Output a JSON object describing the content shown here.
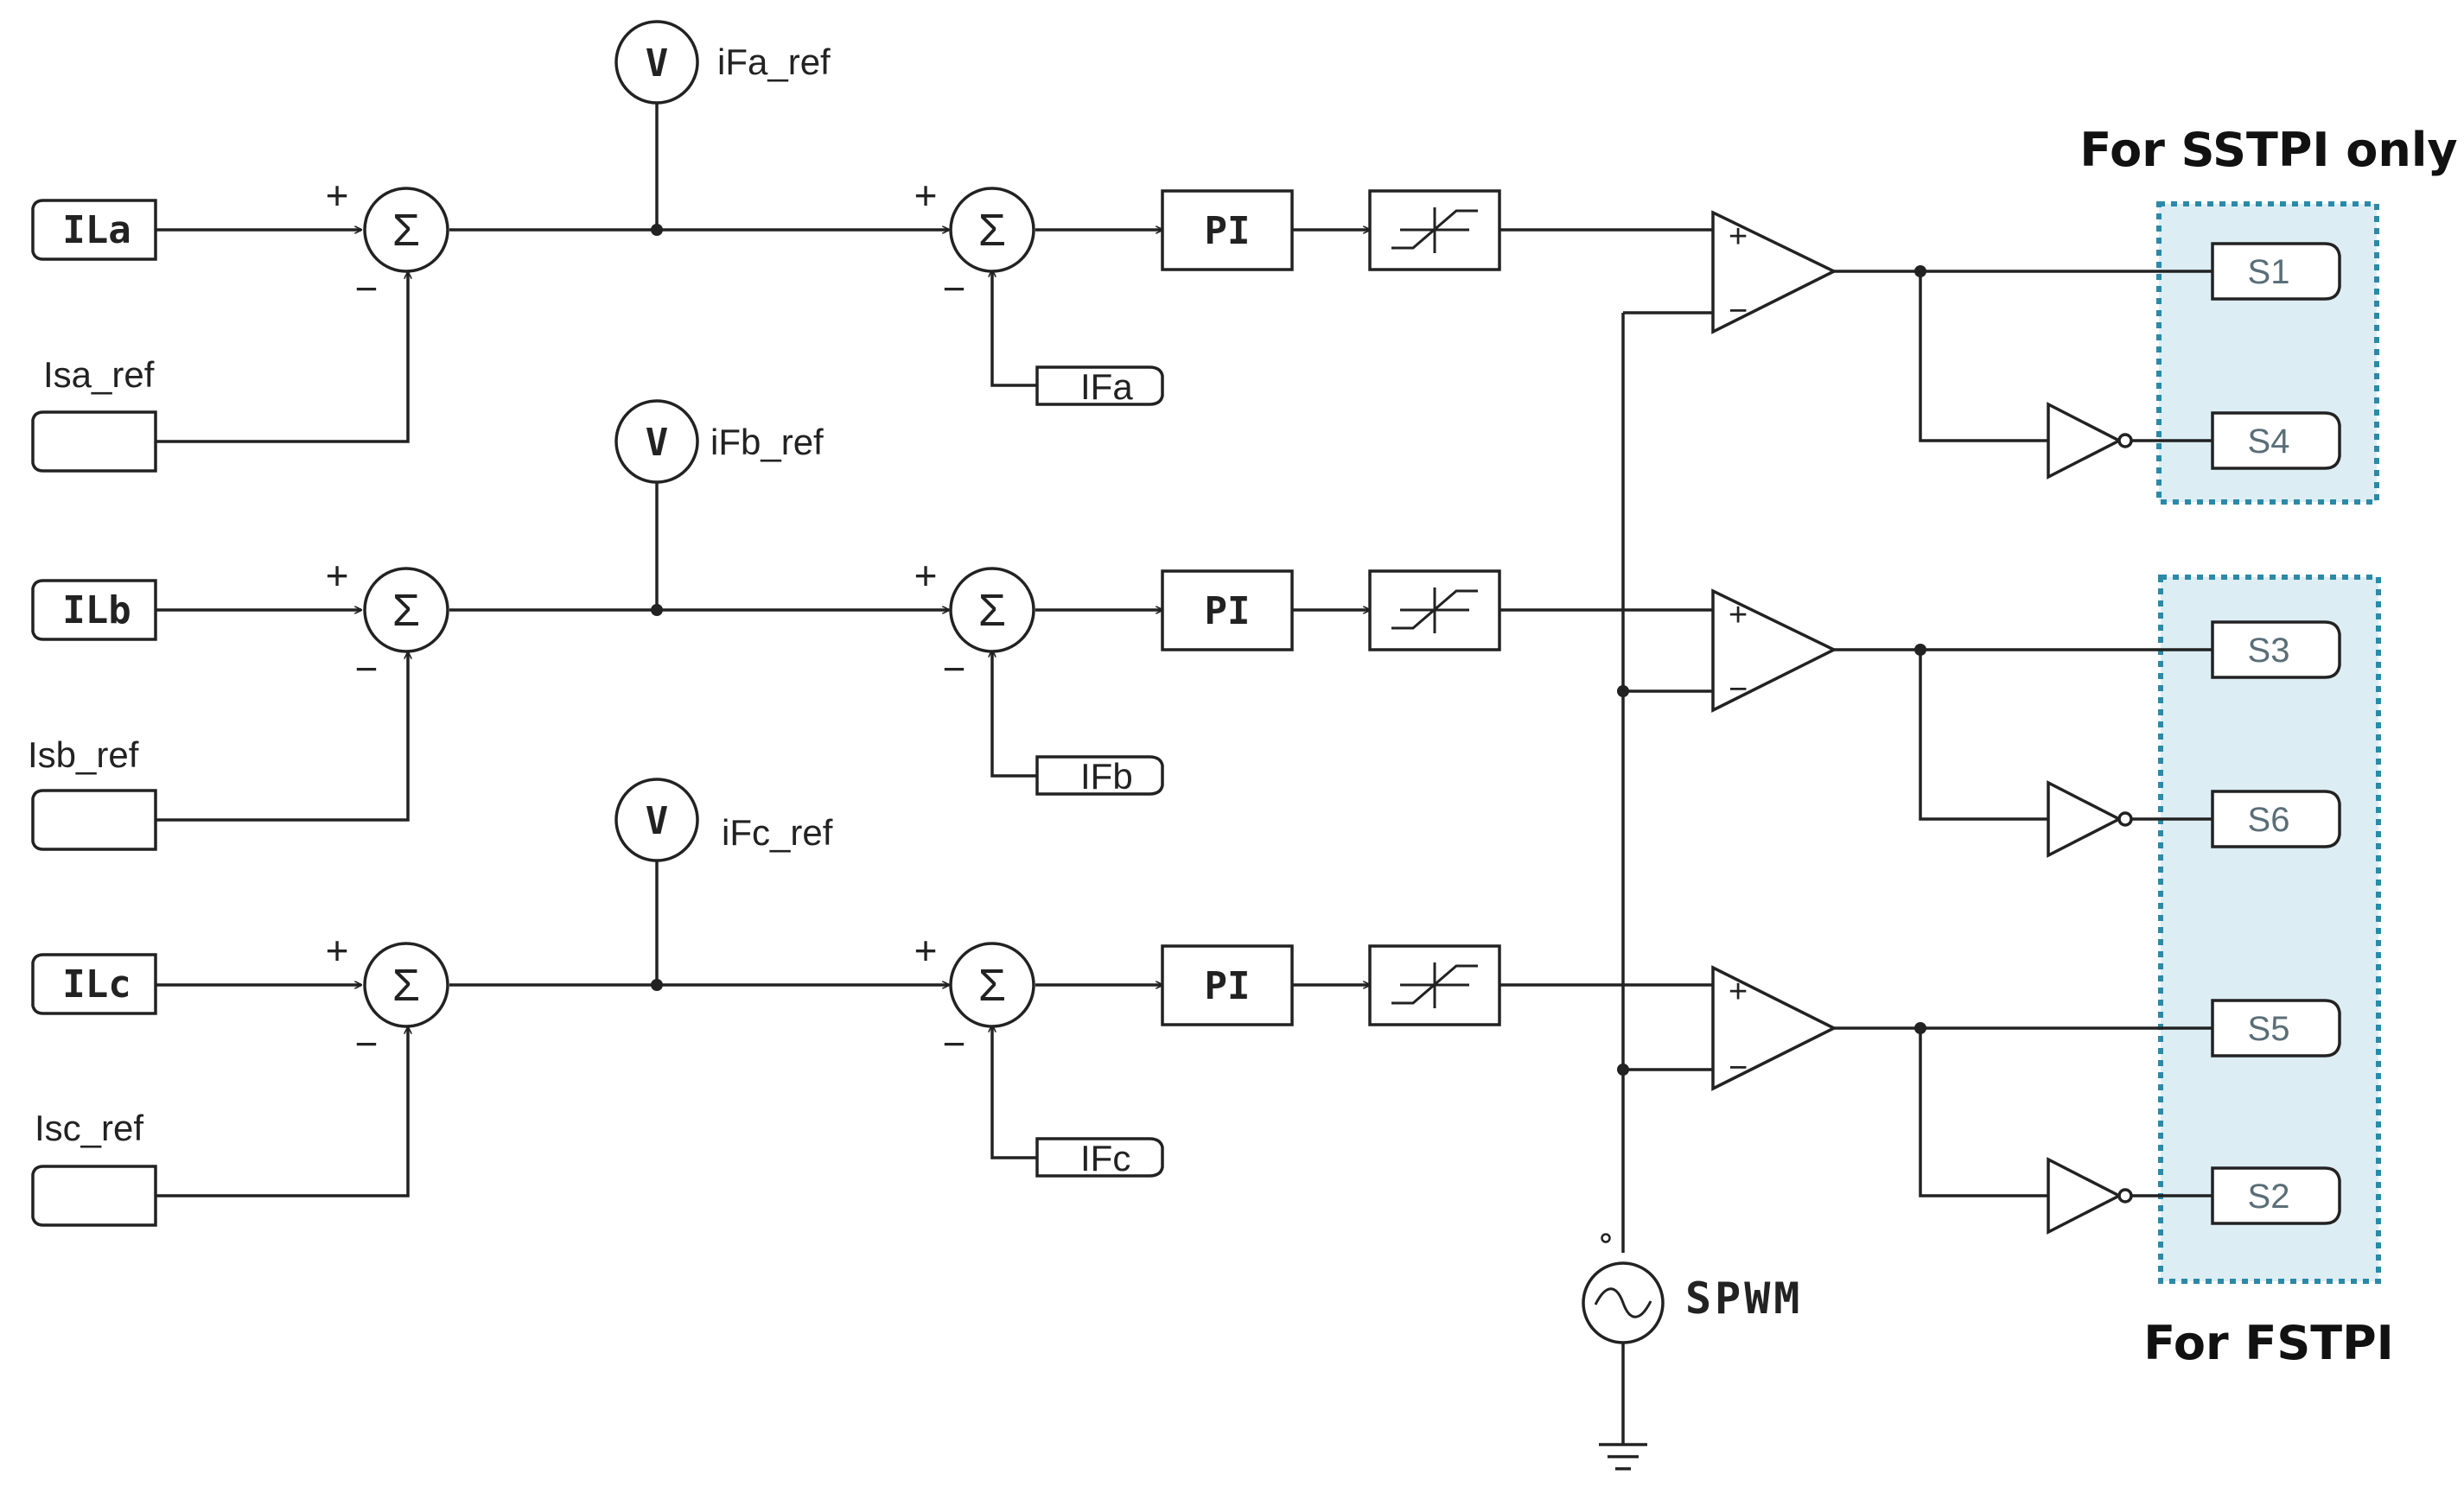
{
  "diagram": {
    "rows": [
      {
        "load_current_label": "ILa",
        "source_ref_label": "Isa_ref",
        "meter_symbol": "V",
        "filter_ref_label": "iFa_ref",
        "filter_current_label": "IFa",
        "controller_label": "PI",
        "gate_top": "S1",
        "gate_bottom": "S4"
      },
      {
        "load_current_label": "ILb",
        "source_ref_label": "Isb_ref",
        "meter_symbol": "V",
        "filter_ref_label": "iFb_ref",
        "filter_current_label": "IFb",
        "controller_label": "PI",
        "gate_top": "S3",
        "gate_bottom": "S6"
      },
      {
        "load_current_label": "ILc",
        "source_ref_label": "Isc_ref",
        "meter_symbol": "V",
        "filter_ref_label": "iFc_ref",
        "filter_current_label": "IFc",
        "controller_label": "PI",
        "gate_top": "S5",
        "gate_bottom": "S2"
      }
    ],
    "sum_symbol": "Σ",
    "plus_sign": "+",
    "minus_sign": "−",
    "carrier_label": "SPWM",
    "group_sstpi_label": "For SSTPI only",
    "group_fstpi_label": "For FSTPI",
    "colors": {
      "wire": "#222222",
      "group_fill": "#dcedf4",
      "group_border": "#2a8aa8",
      "gate_text": "#5a6e78"
    }
  }
}
